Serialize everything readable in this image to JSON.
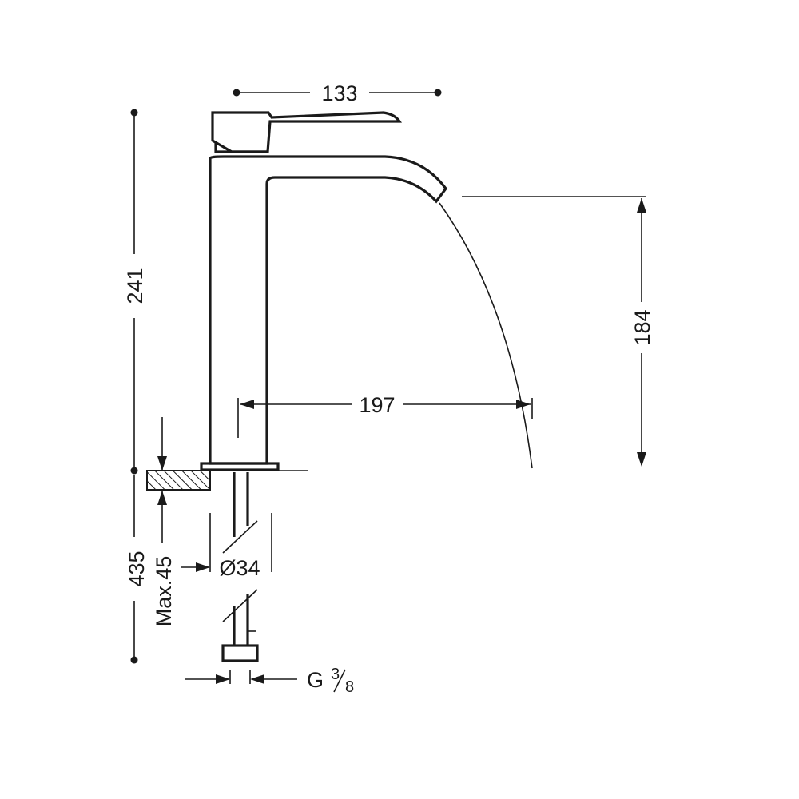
{
  "dimensions": {
    "width_top": "133",
    "total_height": "241",
    "spout_height": "184",
    "spout_reach": "197",
    "overall_height": "435",
    "max_thickness": "Max.45",
    "hole_diameter": "Ø34",
    "connection": "G",
    "connection_fraction_num": "3",
    "connection_fraction_den": "8"
  },
  "colors": {
    "line": "#1a1a1a",
    "background": "#ffffff"
  }
}
